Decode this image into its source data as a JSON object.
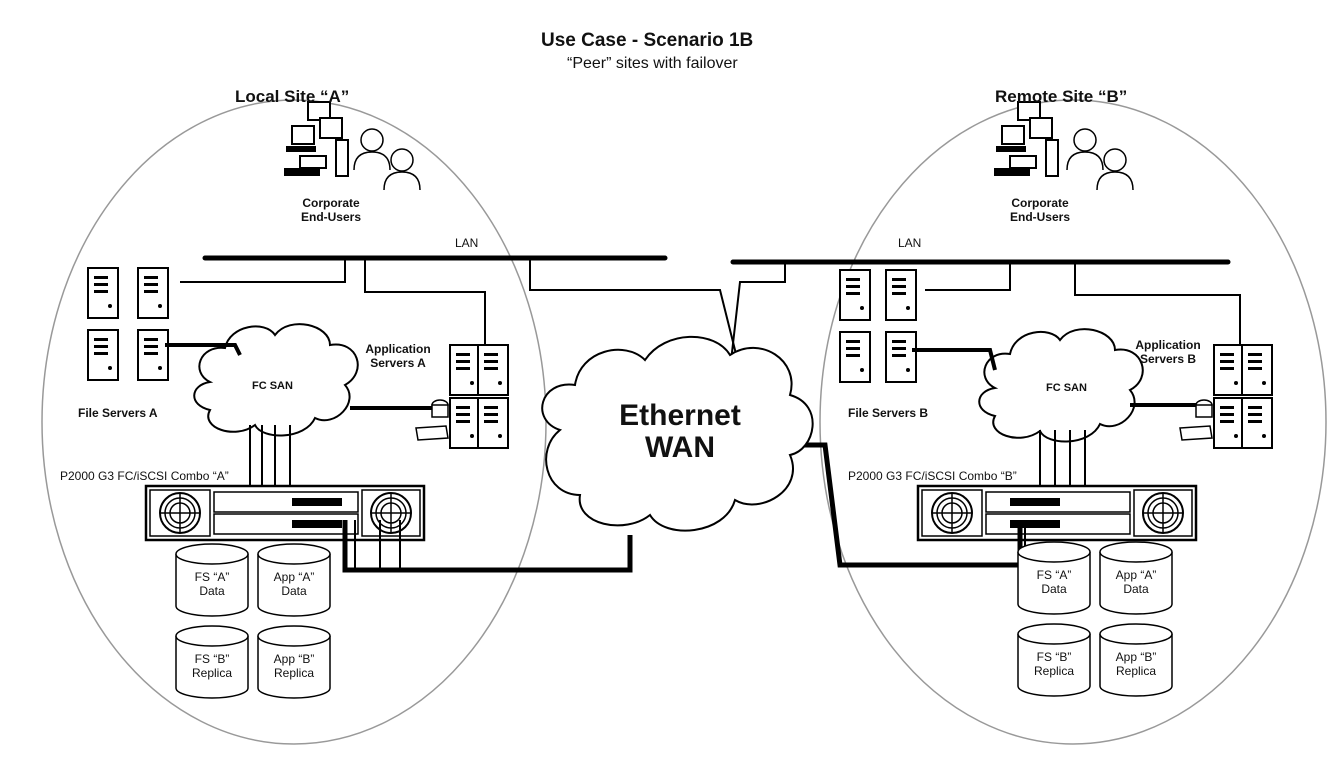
{
  "title": "Use Case - Scenario 1B",
  "subtitle": "“Peer” sites with failover",
  "wan": {
    "line1": "Ethernet",
    "line2": "WAN"
  },
  "sites": [
    {
      "id": "a",
      "title": "Local Site “A”",
      "end_users": {
        "line1": "Corporate",
        "line2": "End-Users"
      },
      "lan_label": "LAN",
      "file_servers": "File Servers A",
      "app_servers": {
        "line1": "Application",
        "line2": "Servers A"
      },
      "san_label": "FC SAN",
      "storage_label": "P2000 G3 FC/iSCSI Combo “A”",
      "volumes": [
        {
          "line1": "FS “A”",
          "line2": "Data"
        },
        {
          "line1": "App “A”",
          "line2": "Data"
        },
        {
          "line1": "FS “B”",
          "line2": "Replica"
        },
        {
          "line1": "App “B”",
          "line2": "Replica"
        }
      ]
    },
    {
      "id": "b",
      "title": "Remote Site “B”",
      "end_users": {
        "line1": "Corporate",
        "line2": "End-Users"
      },
      "lan_label": "LAN",
      "file_servers": "File Servers B",
      "app_servers": {
        "line1": "Application",
        "line2": "Servers B"
      },
      "san_label": "FC SAN",
      "storage_label": "P2000 G3 FC/iSCSI Combo “B”",
      "volumes": [
        {
          "line1": "FS “A”",
          "line2": "Data"
        },
        {
          "line1": "App “A”",
          "line2": "Data"
        },
        {
          "line1": "FS “B”",
          "line2": "Replica"
        },
        {
          "line1": "App “B”",
          "line2": "Replica"
        }
      ]
    }
  ]
}
